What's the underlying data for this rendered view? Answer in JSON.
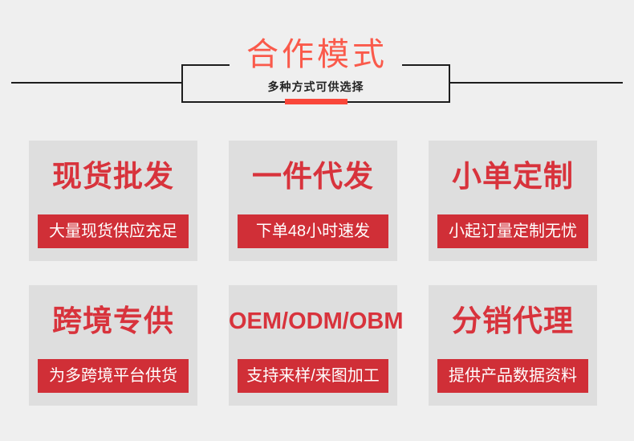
{
  "header": {
    "title": "合作模式",
    "subtitle": "多种方式可供选择"
  },
  "colors": {
    "page_bg": "#efefef",
    "card_bg": "#dedede",
    "title_red": "#fa5a4b",
    "card_title_red": "#d8333c",
    "banner_red": "#d02f37",
    "accent_red": "#f9473a",
    "rule_dark": "#1d1d1d"
  },
  "cards": [
    {
      "title": "现货批发",
      "banner": "大量现货供应充足",
      "latin": false
    },
    {
      "title": "一件代发",
      "banner": "下单48小时速发",
      "latin": false
    },
    {
      "title": "小单定制",
      "banner": "小起订量定制无忧",
      "latin": false
    },
    {
      "title": "跨境专供",
      "banner": "为多跨境平台供货",
      "latin": false
    },
    {
      "title": "OEM/ODM/OBM",
      "banner": "支持来样/来图加工",
      "latin": true
    },
    {
      "title": "分销代理",
      "banner": "提供产品数据资料",
      "latin": false
    }
  ]
}
